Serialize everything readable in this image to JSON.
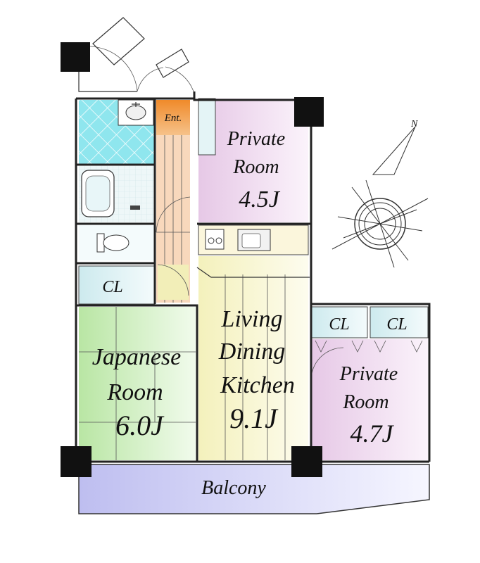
{
  "rooms": {
    "entrance": {
      "label": "Ent."
    },
    "private_room_north": {
      "line1": "Private",
      "line2": "Room",
      "size": "4.5J"
    },
    "ldk": {
      "line1": "Living",
      "line2": "Dining",
      "line3": "Kitchen",
      "size": "9.1J"
    },
    "japanese_room": {
      "line1": "Japanese",
      "line2": "Room",
      "size": "6.0J"
    },
    "private_room_south": {
      "line1": "Private",
      "line2": "Room",
      "size": "4.7J"
    },
    "closet_west": {
      "label": "CL"
    },
    "closet_south_1": {
      "label": "CL"
    },
    "closet_south_2": {
      "label": "CL"
    },
    "balcony": {
      "label": "Balcony"
    }
  },
  "compass": {
    "north_label": "N"
  },
  "colors": {
    "bath_tile": "#7fe0e8",
    "entrance": "#f08a2a",
    "private_room": "#ecd6ec",
    "ldk": "#f6f3c8",
    "japanese_room": "#c8ecb4",
    "closet": "#dff2f4",
    "balcony": "#c8c8f2",
    "pillar": "#111111"
  }
}
